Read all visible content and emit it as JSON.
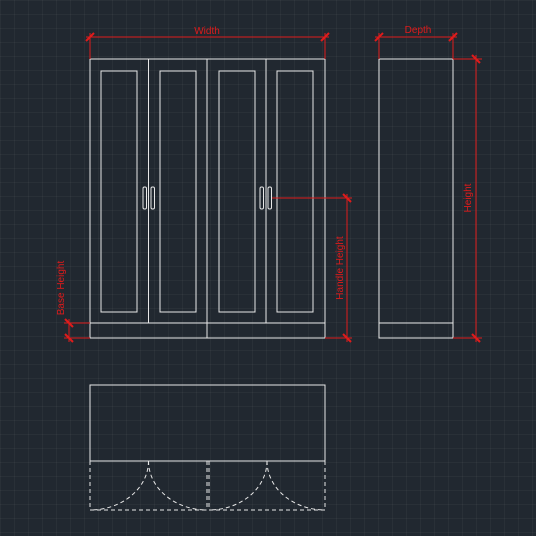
{
  "dimensions": {
    "width": "Width",
    "depth": "Depth",
    "height": "Height",
    "handle_height": "Handle Height",
    "base_height": "Base Height"
  },
  "colors": {
    "background": "#212830",
    "object_line": "#e8e8e8",
    "dimension_line": "#e01b1b"
  }
}
